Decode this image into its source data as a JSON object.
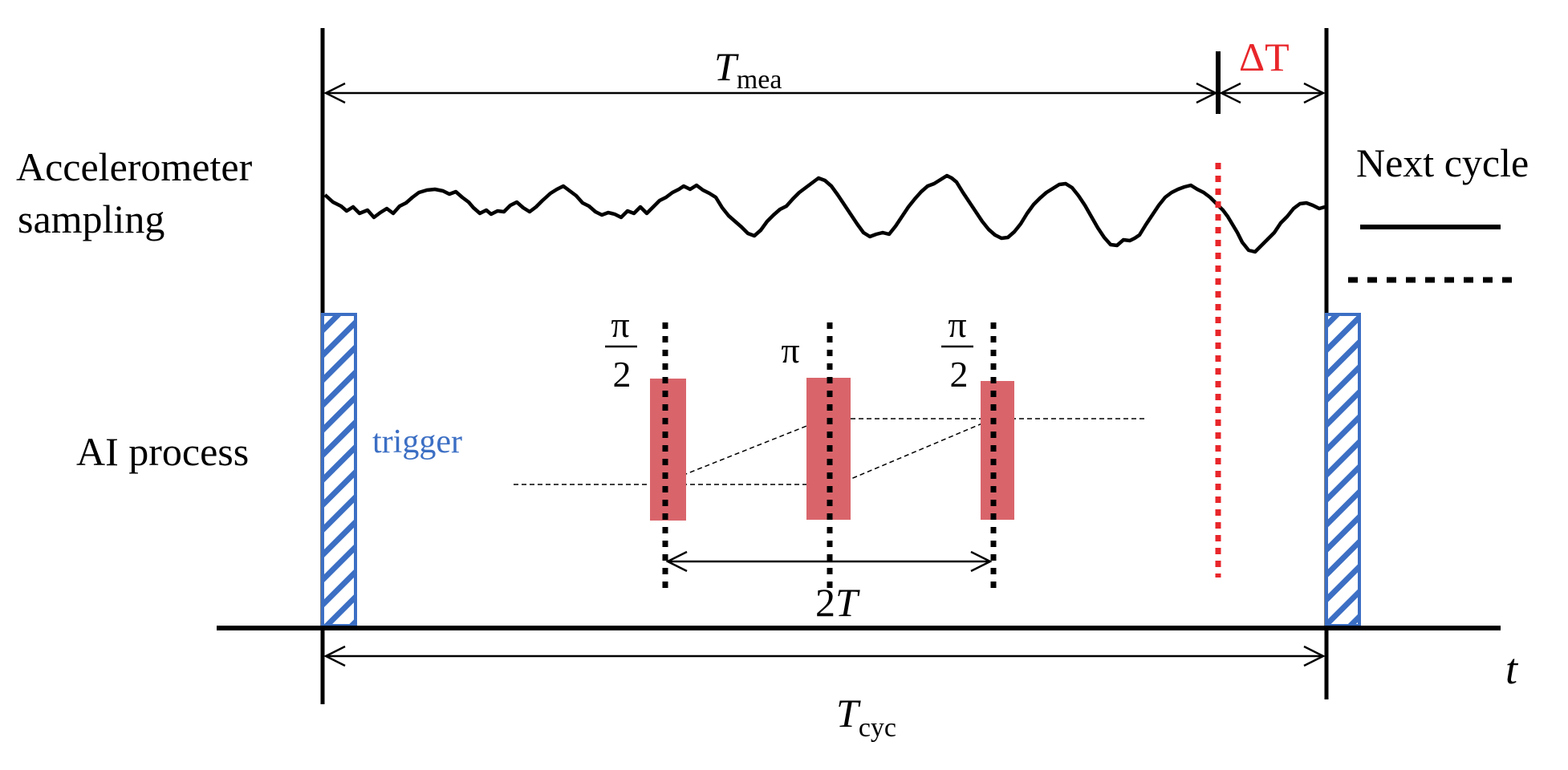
{
  "labels": {
    "t_mea_main": "T",
    "t_mea_sub": "mea",
    "delta_t": "ΔT",
    "accel_line1": "Accelerometer",
    "accel_line2": "sampling",
    "next_cycle": "Next cycle",
    "ai_process": "AI process",
    "trigger": "trigger",
    "pulse1_num": "π",
    "pulse1_den": "2",
    "pulse2": "π",
    "pulse3_num": "π",
    "pulse3_den": "2",
    "two_t_num": "2",
    "two_t_var": "T",
    "t_axis": "t",
    "t_cyc_main": "T",
    "t_cyc_sub": "cyc"
  },
  "colors": {
    "ink": "#000000",
    "delta": "#e8262a",
    "trigger": "#3c6fc4",
    "pulse": "#d9656b"
  }
}
